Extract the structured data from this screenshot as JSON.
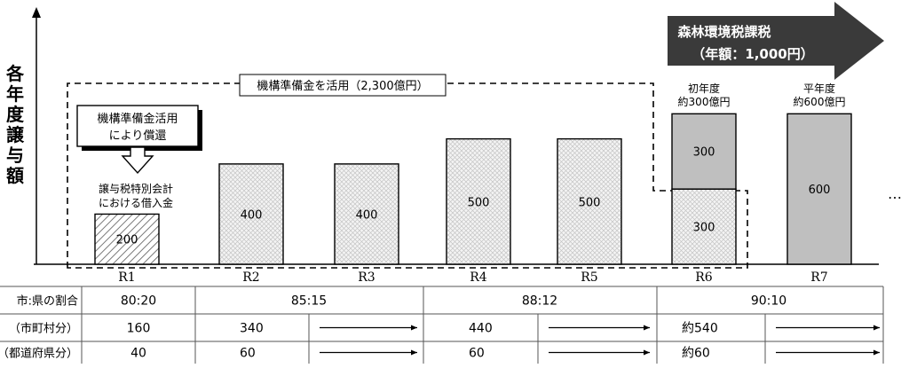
{
  "chart_data": {
    "type": "bar",
    "stacked": true,
    "ylabel_chars": [
      "各",
      "年",
      "度",
      "譲",
      "与",
      "額"
    ],
    "categories": [
      "R1",
      "R2",
      "R3",
      "R4",
      "R5",
      "R6",
      "R7"
    ],
    "series": [
      {
        "pattern": "hatch",
        "values": [
          200,
          0,
          0,
          0,
          0,
          0,
          0
        ]
      },
      {
        "pattern": "crosshatch",
        "values": [
          0,
          400,
          400,
          500,
          500,
          300,
          0
        ]
      },
      {
        "pattern": "gray",
        "values": [
          0,
          0,
          0,
          0,
          0,
          300,
          600
        ]
      }
    ],
    "ylim": [
      0,
      700
    ],
    "ellipsis": "…",
    "annotations": {
      "tax_arrow_line1": "森林環境税課税",
      "tax_arrow_line2": "（年額：1,000円）",
      "reserve_fund": "機構準備金を活用（2,300億円）",
      "repay_box_line1": "機構準備金活用",
      "repay_box_line2": "により償還",
      "loan_line1": "譲与税特別会計",
      "loan_line2": "における借入金",
      "first_year_line1": "初年度",
      "first_year_line2": "約300億円",
      "normal_year_line1": "平年度",
      "normal_year_line2": "約600億円"
    },
    "table": {
      "rows": [
        {
          "label": "市:県の割合",
          "cells": [
            "80:20",
            "85:15",
            "88:12",
            "90:10"
          ]
        },
        {
          "label": "（市町村分）",
          "cells": [
            "160",
            "340",
            "440",
            "約540"
          ]
        },
        {
          "label": "（都道府県分）",
          "cells": [
            "40",
            "60",
            "60",
            "約60"
          ]
        }
      ]
    }
  }
}
